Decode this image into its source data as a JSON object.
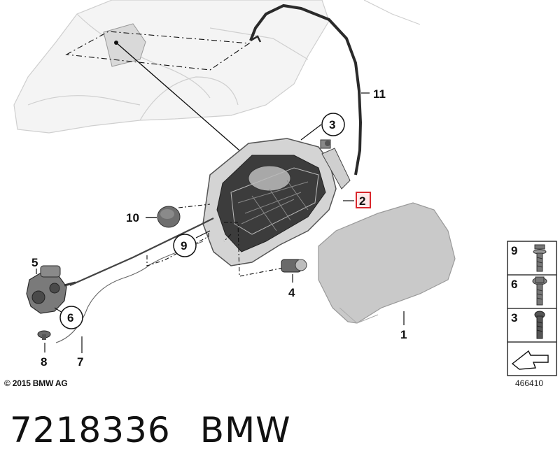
{
  "callouts": {
    "c1": "1",
    "c2": "2",
    "c3": "3",
    "c4": "4",
    "c5": "5",
    "c6": "6",
    "c7": "7",
    "c8": "8",
    "c9": "9",
    "c10": "10",
    "c11": "11"
  },
  "legend": {
    "items": [
      {
        "label": "9",
        "icon": "screw-with-washer-icon"
      },
      {
        "label": "6",
        "icon": "flange-screw-icon"
      },
      {
        "label": "3",
        "icon": "screw-icon"
      }
    ],
    "footer_icon": "arrow-icon"
  },
  "copyright": "© 2015 BMW AG",
  "ref_number": "466410",
  "footer": {
    "part_number": "7218336",
    "brand": "BMW"
  },
  "colors": {
    "highlight": "#d9262b",
    "line": "#111111",
    "part_fill": "#c9c9c9",
    "body_fill": "#f2f2f2"
  }
}
